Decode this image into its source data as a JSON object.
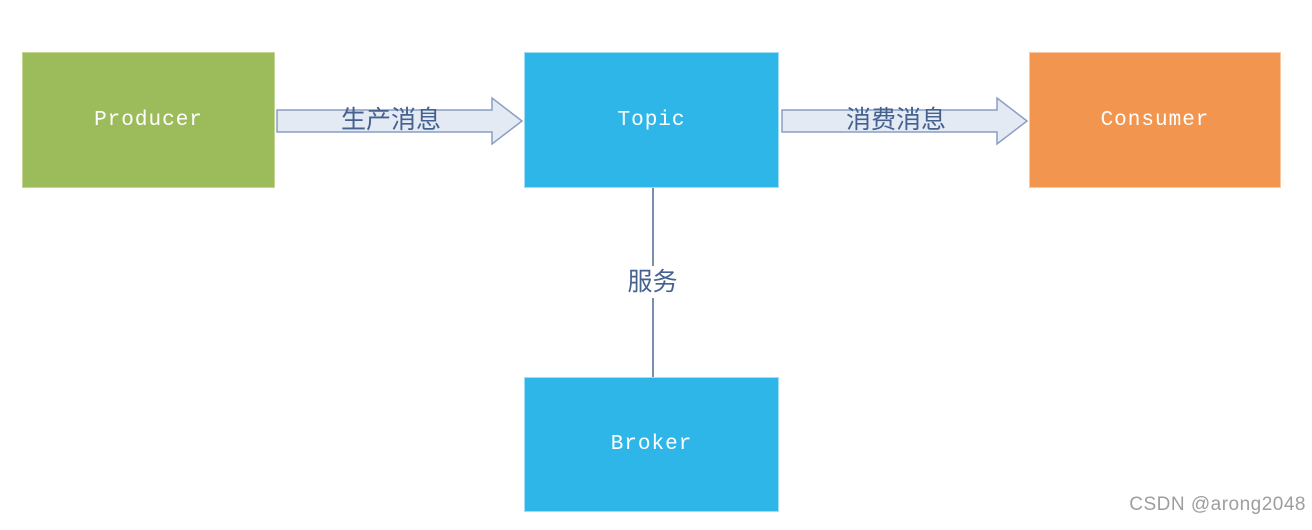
{
  "nodes": {
    "producer": {
      "label": "Producer",
      "color": "#9cbb5b"
    },
    "topic": {
      "label": "Topic",
      "color": "#2eb6e8"
    },
    "consumer": {
      "label": "Consumer",
      "color": "#f2964f"
    },
    "broker": {
      "label": "Broker",
      "color": "#2eb6e8"
    }
  },
  "edges": {
    "produce": {
      "label": "生产消息",
      "from": "Producer",
      "to": "Topic"
    },
    "consume": {
      "label": "消费消息",
      "from": "Topic",
      "to": "Consumer"
    },
    "serve": {
      "label": "服务",
      "from": "Topic",
      "to": "Broker"
    }
  },
  "colors": {
    "node_text": "#ffffff",
    "arrow_fill": "#e4eaf4",
    "arrow_border": "#8b9dc3",
    "edge_label_text": "#44618f",
    "connector_line": "#7a8eb0",
    "watermark_text": "#9e9e9e",
    "background": "#ffffff"
  },
  "watermark": "CSDN @arong2048"
}
